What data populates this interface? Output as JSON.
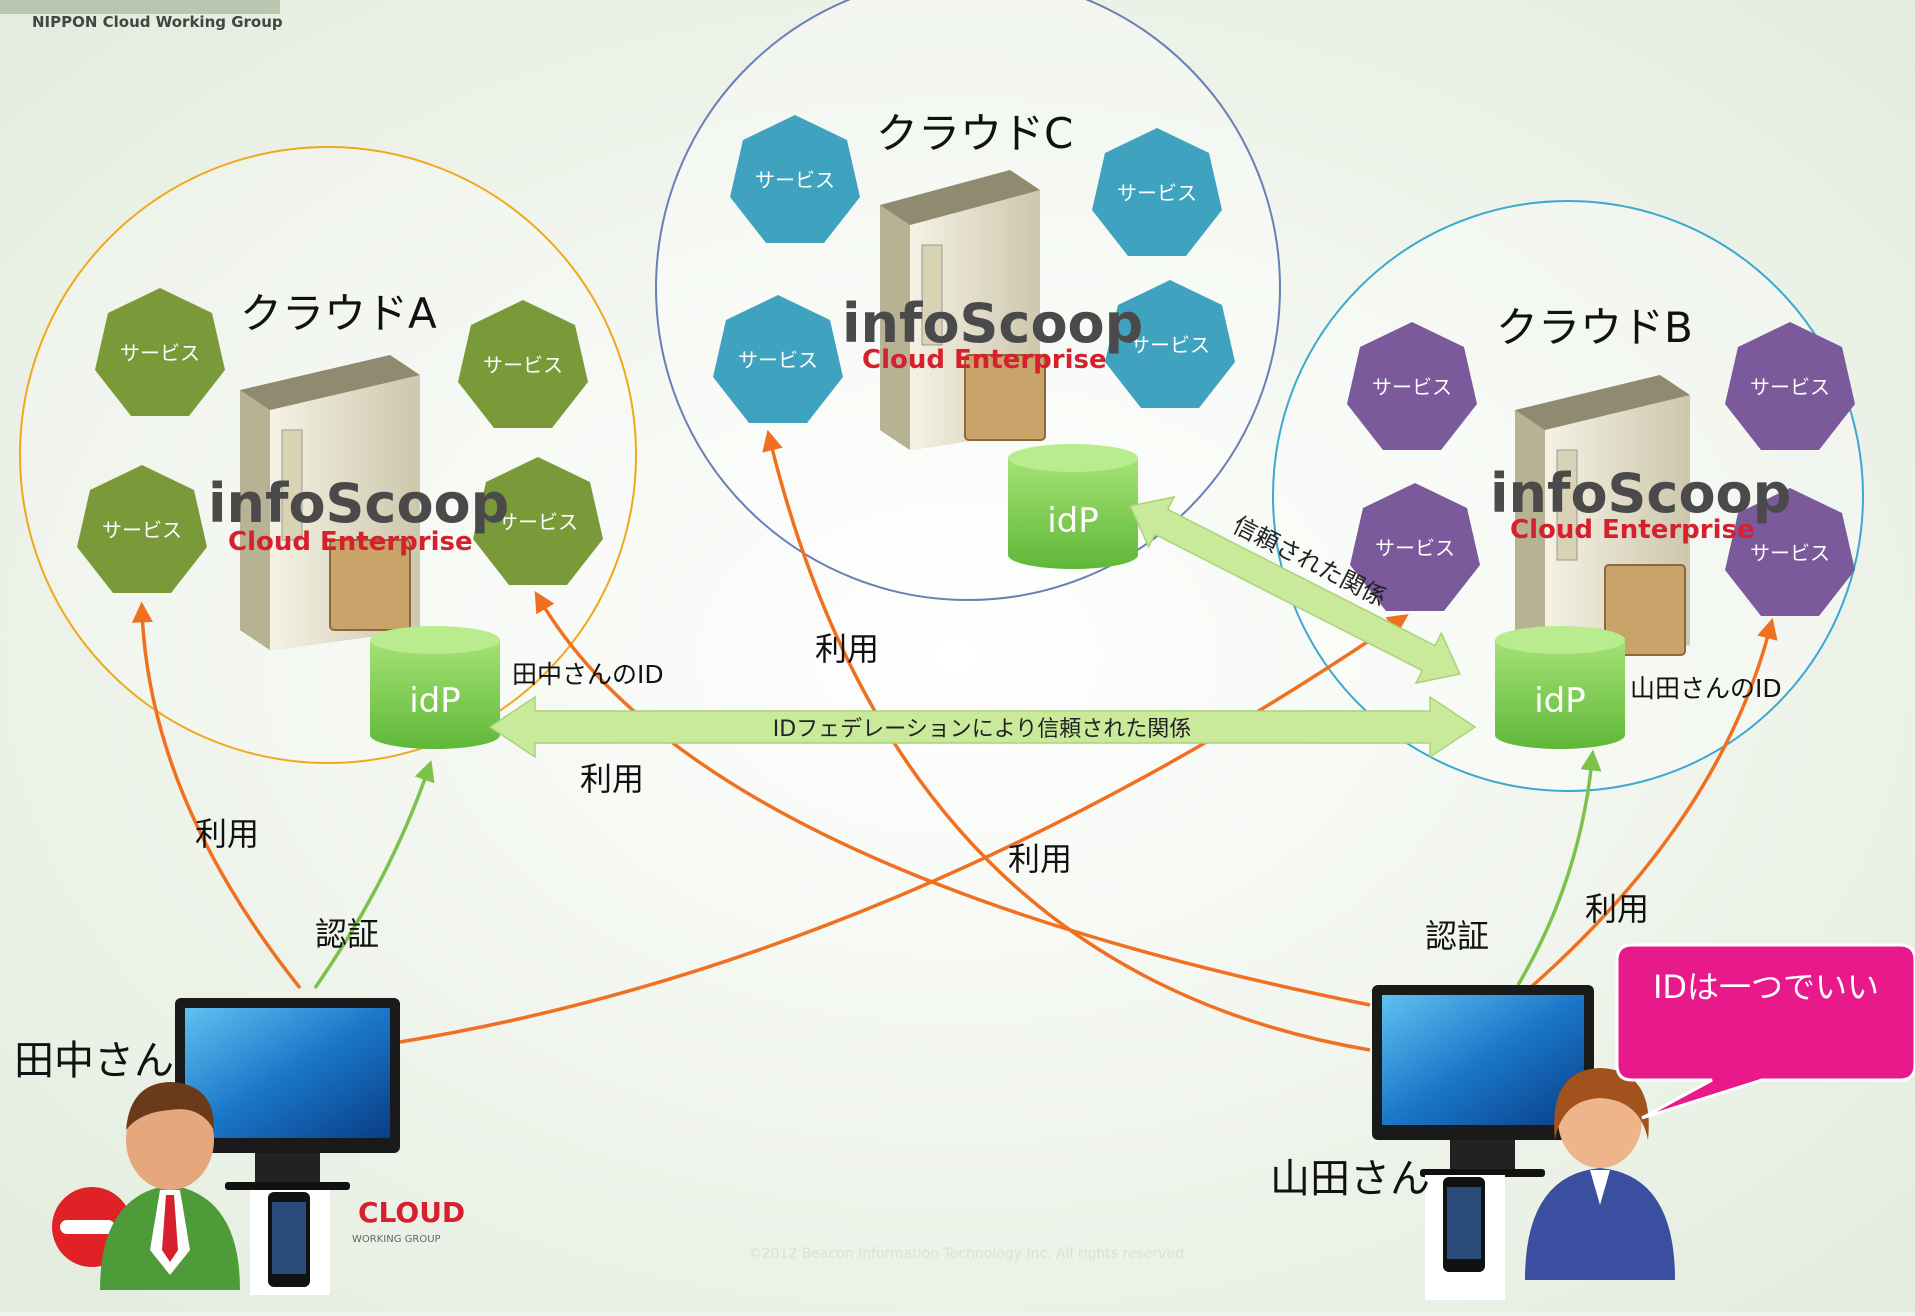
{
  "header": {
    "org": "NIPPON Cloud Working Group"
  },
  "clouds": [
    {
      "id": "a",
      "title": "クラウドA",
      "color": "#7a9a3a",
      "services": [
        "サービス",
        "サービス",
        "サービス",
        "サービス"
      ],
      "product": {
        "brand": "infoScoop",
        "sub": "Cloud Enterprise"
      },
      "idp_label": "idP",
      "id_note": "田中さんのID"
    },
    {
      "id": "c",
      "title": "クラウドC",
      "color": "#3fa3bf",
      "services": [
        "サービス",
        "サービス",
        "サービス",
        "サービス"
      ],
      "product": {
        "brand": "infoScoop",
        "sub": "Cloud Enterprise"
      },
      "idp_label": "idP"
    },
    {
      "id": "b",
      "title": "クラウドB",
      "color": "#7b5a9b",
      "services": [
        "サービス",
        "サービス",
        "サービス",
        "サービス"
      ],
      "product": {
        "brand": "infoScoop",
        "sub": "Cloud Enterprise"
      },
      "idp_label": "idP",
      "id_note": "山田さんのID"
    }
  ],
  "relations": {
    "federation": "IDフェデレーションにより信頼された関係",
    "trust": "信頼された関係"
  },
  "edges": {
    "use": "利用",
    "auth": "認証"
  },
  "users": {
    "tanaka": "田中さん",
    "yamada": "山田さん"
  },
  "callout": "IDは一つでいい",
  "footer_logo": "CLOUD",
  "footer_logo_sub": "WORKING GROUP",
  "copyright": "©2012 Beacon Information Technology Inc. All rights reserved.",
  "colors": {
    "use_arrow": "#f07020",
    "auth_arrow": "#7cc24a",
    "federation": "#c9ea9a",
    "idp": "#7bd04a",
    "callout": "#e8198b",
    "cloud_a_ring": "#f0a81a",
    "cloud_c_ring": "#6a7fb5",
    "cloud_b_ring": "#3aa8d0"
  }
}
